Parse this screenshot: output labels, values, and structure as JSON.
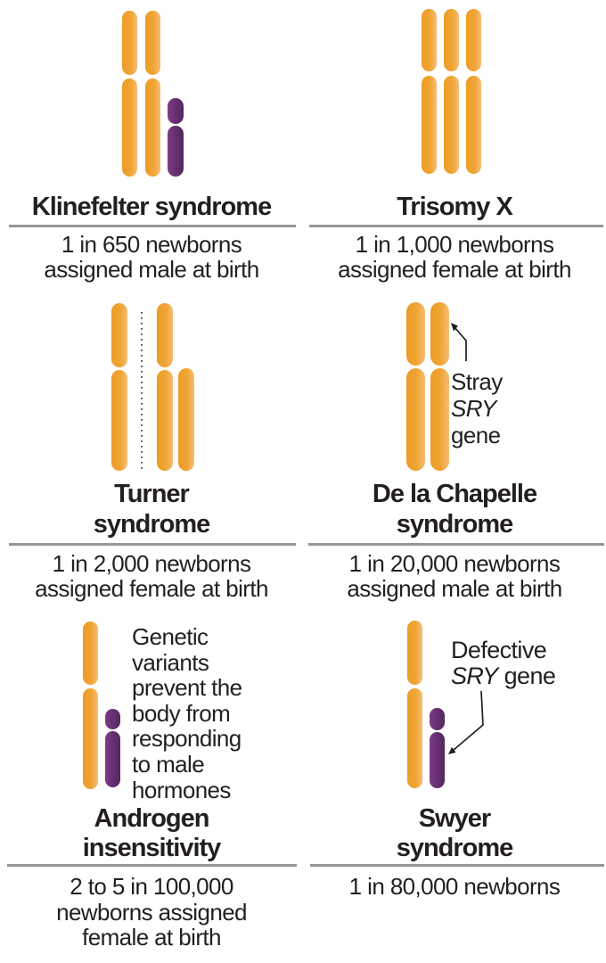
{
  "colors": {
    "orange": "#f0a434",
    "orange_dark": "#ec9d26",
    "orange_light": "#f5bd74",
    "purple": "#693073",
    "purple_light": "#7e3b85",
    "purple_dark": "#53285f",
    "text": "#231f20",
    "rule": "#939598"
  },
  "panels": {
    "klinefelter": {
      "title": "Klinefelter syndrome",
      "stat": "1 in 650 newborns\nassigned male at birth"
    },
    "trisomy_x": {
      "title": "Trisomy X",
      "stat": "1 in 1,000 newborns\nassigned female at birth"
    },
    "turner": {
      "title": "Turner\nsyndrome",
      "stat": "1 in 2,000 newborns\nassigned female at birth"
    },
    "de_la_chapelle": {
      "title": "De la Chapelle\nsyndrome",
      "stat": "1 in 20,000 newborns\nassigned male at birth",
      "annotation_pre": "Stray\n",
      "annotation_gene": "SRY",
      "annotation_post": "\ngene"
    },
    "androgen": {
      "title": "Androgen\ninsensitivity",
      "stat": "2 to 5 in 100,000\nnewborns assigned\nfemale at birth",
      "note": "Genetic\nvariants\nprevent the\nbody from\nresponding\nto male\nhormones"
    },
    "swyer": {
      "title": "Swyer\nsyndrome",
      "stat": "1 in 80,000 newborns",
      "annotation_pre": "Defective\n",
      "annotation_gene": "SRY",
      "annotation_post": " gene"
    }
  }
}
